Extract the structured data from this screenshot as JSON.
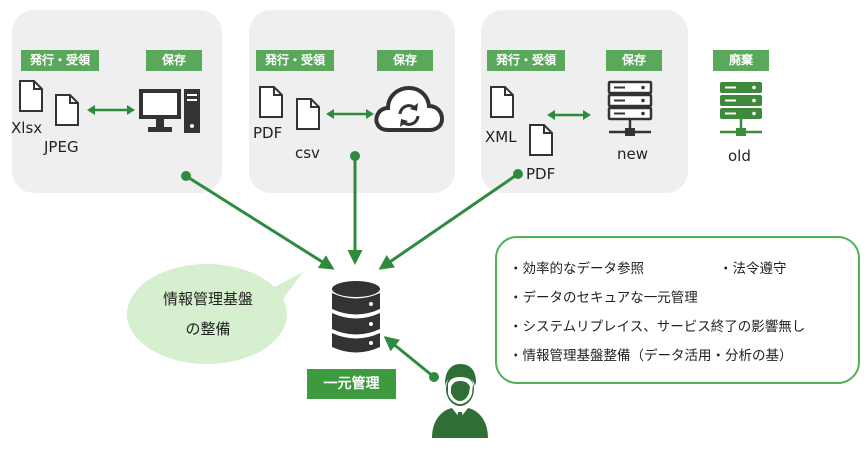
{
  "panels": [
    {
      "issue_tag": "発行・受領",
      "store_tag": "保存",
      "files": [
        "Xlsx",
        "JPEG"
      ]
    },
    {
      "issue_tag": "発行・受領",
      "store_tag": "保存",
      "files": [
        "PDF",
        "csv"
      ]
    },
    {
      "issue_tag": "発行・受領",
      "store_tag": "保存",
      "files": [
        "XML",
        "PDF"
      ],
      "server_label": "new"
    }
  ],
  "disposal": {
    "tag": "廃棄",
    "server_label": "old"
  },
  "bubble": {
    "line1": "情報管理基盤",
    "line2": "の整備"
  },
  "central": {
    "label": "一元管理"
  },
  "benefits": {
    "items": [
      "・効率的なデータ参照",
      "・法令遵守",
      "・データのセキュアな一元管理",
      "・システムリプレイス、サービス終了の影響無し",
      "・情報管理基盤整備（データ活用・分析の基）"
    ]
  },
  "colors": {
    "tag_green": "#5aa85b",
    "arrow_green": "#2e8b3d",
    "icon_dark": "#333333",
    "server_green": "#3d8a3d",
    "bubble_fill": "#d6efcf",
    "panel_gray": "#efefef"
  },
  "icons": [
    "document-icon",
    "desktop-computer-icon",
    "cloud-sync-icon",
    "server-icon",
    "database-icon",
    "businessperson-icon"
  ]
}
